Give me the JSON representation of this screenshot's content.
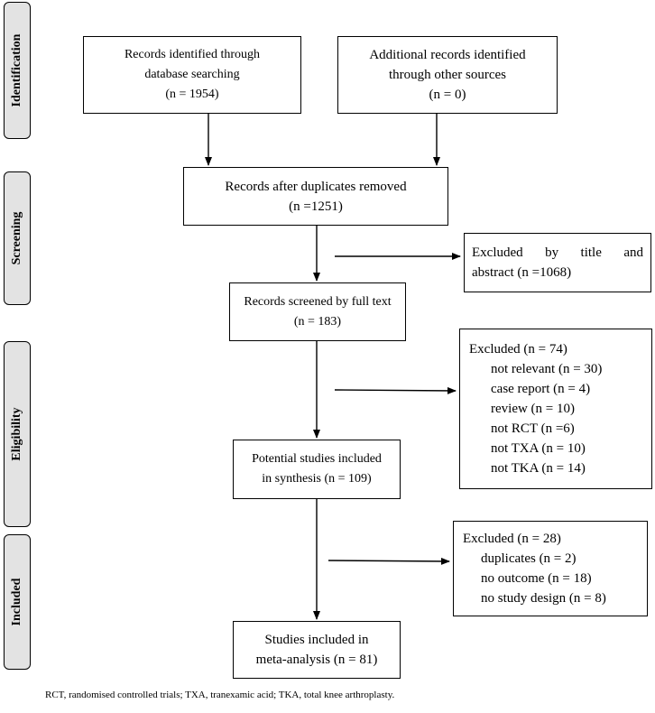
{
  "phases": {
    "identification": "Identification",
    "screening": "Screening",
    "eligibility": "Eligibility",
    "included": "Included"
  },
  "boxes": {
    "database": {
      "line1": "Records identified through",
      "line2": "database searching",
      "line3": "(n = 1954)"
    },
    "other_sources": {
      "line1": "Additional records identified",
      "line2": "through other sources",
      "line3": "(n = 0)"
    },
    "duplicates_removed": {
      "line1": "Records after duplicates removed",
      "line2": "(n =1251)"
    },
    "excluded_title": {
      "line1": "Excluded   by   title   and",
      "line2": "abstract (n =1068)"
    },
    "full_text": {
      "line1": "Records screened by full text",
      "line2": "(n = 183)"
    },
    "excluded_eligibility": {
      "title": "Excluded (n = 74)",
      "items": [
        "not relevant (n = 30)",
        "case report (n = 4)",
        "review (n = 10)",
        "not RCT (n =6)",
        "not TXA (n = 10)",
        "not TKA (n = 14)"
      ]
    },
    "synthesis": {
      "line1": "Potential studies included",
      "line2": "in synthesis (n = 109)"
    },
    "excluded_included": {
      "title": "Excluded (n = 28)",
      "items": [
        "duplicates (n = 2)",
        "no outcome (n = 18)",
        "no study design (n = 8)"
      ]
    },
    "meta_analysis": {
      "line1": "Studies included in",
      "line2": "meta-analysis (n = 81)"
    }
  },
  "footnote": "RCT, randomised controlled trials; TXA, tranexamic acid; TKA, total knee arthroplasty."
}
